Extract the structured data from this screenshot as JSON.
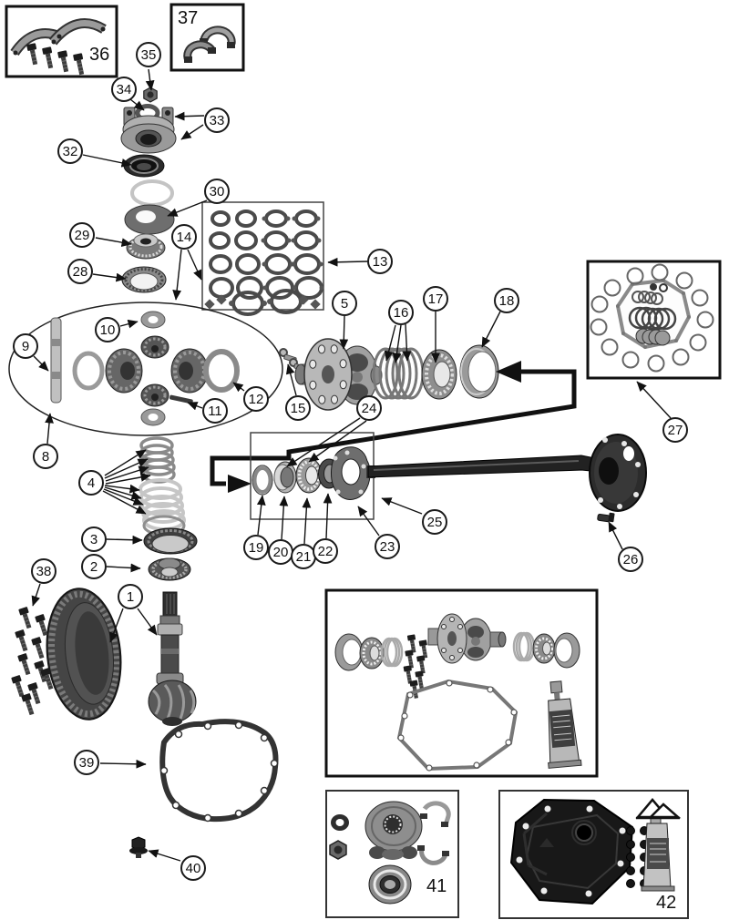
{
  "callouts": {
    "c1": "1",
    "c2": "2",
    "c3": "3",
    "c4": "4",
    "c5": "5",
    "c8": "8",
    "c9": "9",
    "c10": "10",
    "c11": "11",
    "c12": "12",
    "c13": "13",
    "c14": "14",
    "c15": "15",
    "c16": "16",
    "c17": "17",
    "c18": "18",
    "c19": "19",
    "c20": "20",
    "c21": "21",
    "c22": "22",
    "c23": "23",
    "c24": "24",
    "c25": "25",
    "c26": "26",
    "c27": "27",
    "c28": "28",
    "c29": "29",
    "c30": "30",
    "c32": "32",
    "c33": "33",
    "c34": "34",
    "c35": "35",
    "c38": "38",
    "c39": "39",
    "c40": "40"
  },
  "boxes": {
    "b36": "36",
    "b37": "37",
    "b41": "41",
    "b42": "42"
  }
}
